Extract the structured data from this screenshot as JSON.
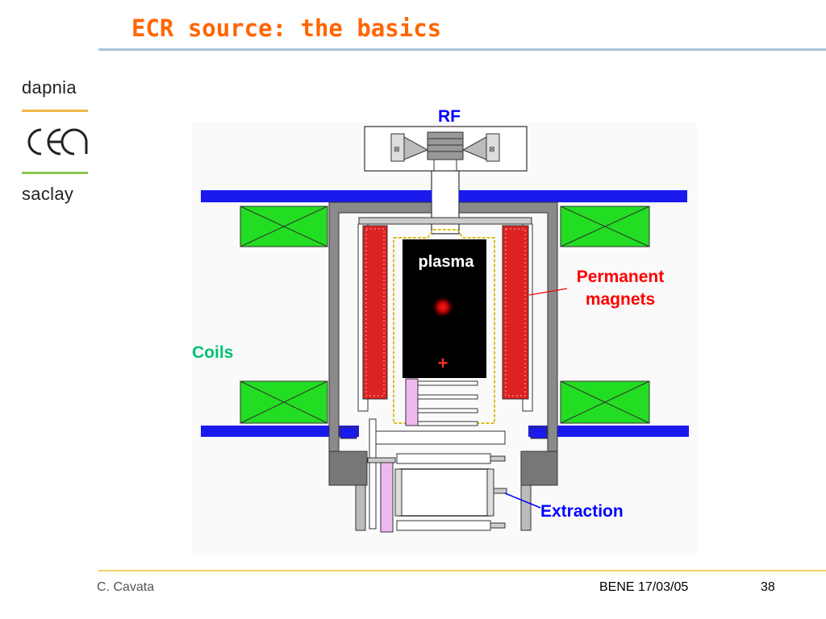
{
  "slide": {
    "title": "ECR source: the basics",
    "footer_author": "C. Cavata",
    "footer_event": "BENE 17/03/05",
    "page_number": "38"
  },
  "logos": {
    "org_top": "dapnia",
    "org_middle": "cea",
    "org_bottom": "saclay"
  },
  "diagram": {
    "labels": {
      "rf": "RF",
      "plasma": "plasma",
      "permanent_line1": "Permanent",
      "permanent_line2": "magnets",
      "coils": "Coils",
      "extraction": "Extraction",
      "plus": "+"
    },
    "colors": {
      "title": "#ff6600",
      "rf_label": "#0000ff",
      "permanent_label": "#ff0000",
      "coils_label": "#00c070",
      "extraction_label": "#0000ff",
      "coil_fill": "#22dd22",
      "yoke_blue": "#1a1aee",
      "magnet_red": "#dd2222",
      "chamber": "#000000",
      "electrode_pink": "#f0b8f0"
    }
  }
}
